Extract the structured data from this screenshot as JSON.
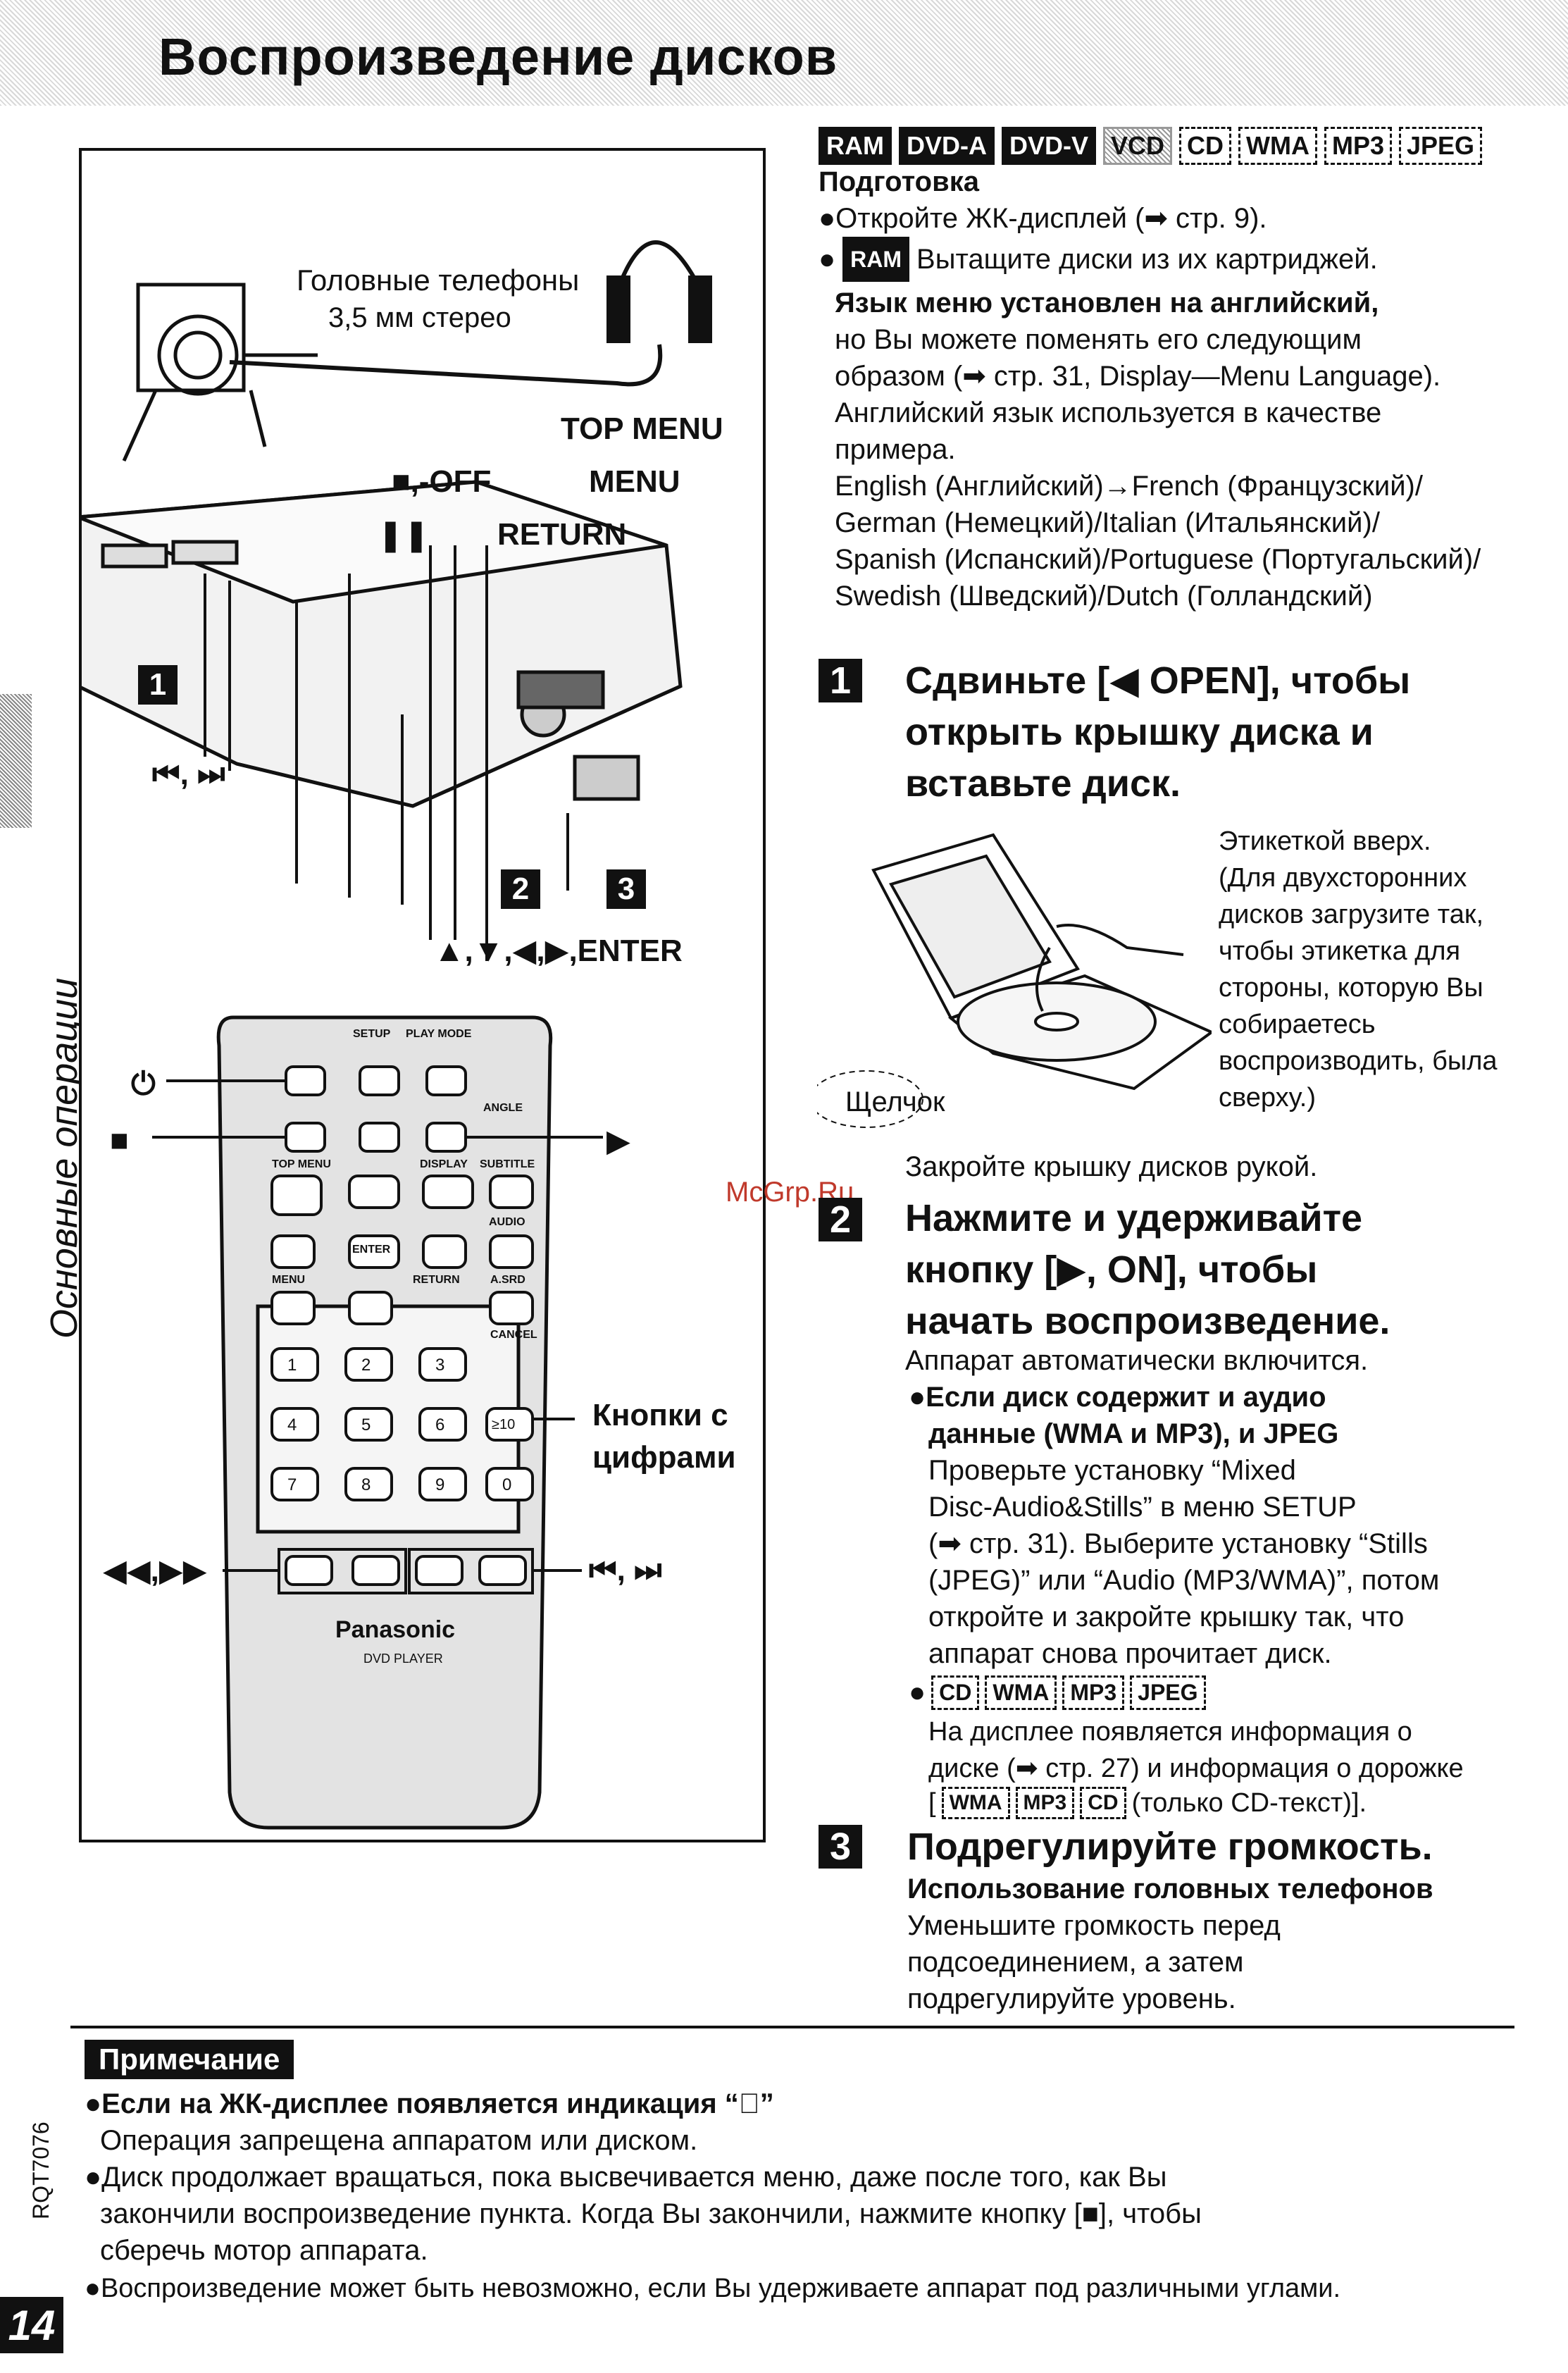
{
  "page": {
    "title": "Воспроизведение дисков",
    "side_label": "Основные операции",
    "page_number": "14",
    "doc_code": "RQT7076",
    "watermark": "McGrp.Ru"
  },
  "formats": {
    "ram": "RAM",
    "dvda": "DVD-A",
    "dvdv": "DVD-V",
    "vcd": "VCD",
    "cd": "CD",
    "wma": "WMA",
    "mp3": "MP3",
    "jpeg": "JPEG"
  },
  "prep": {
    "heading": "Подготовка",
    "item1": "●Откройте ЖК-дисплей (➡ стр. 9).",
    "item2_badge": "RAM",
    "item2": "Вытащите диски из их картриджей.",
    "lang_bold": "Язык меню установлен на английский,",
    "lang_lines": [
      "но Вы можете поменять его следующим",
      "образом (➡ стр. 31, Display—Menu Language).",
      "Английский язык используется в качестве",
      "примера.",
      "English (Английский)→French (Французский)/",
      "German (Немецкий)/Italian (Итальянский)/",
      "Spanish (Испанский)/Portuguese (Португальский)/",
      "Swedish (Шведский)/Dutch (Голландский)"
    ]
  },
  "step1": {
    "num": "1",
    "head": [
      "Сдвиньте [◀ OPEN], чтобы",
      "открыть крышку диска и",
      "вставьте диск."
    ],
    "label_lines": [
      "Этикеткой вверх.",
      "(Для двухсторонних",
      "дисков загрузите так,",
      "чтобы этикетка для",
      "стороны, которую Вы",
      "собираетесь",
      "воспроизводить, была",
      "сверху.)"
    ],
    "click": "Щелчок",
    "close": "Закройте крышку дисков рукой."
  },
  "step2": {
    "num": "2",
    "head": [
      "Нажмите и удерживайте",
      "кнопку [▶, ON], чтобы",
      "начать воспроизведение."
    ],
    "auto": "Аппарат автоматически включится.",
    "bullet1_bold": [
      "●Если диск содержит и аудио",
      "данные (WMA и MP3), и JPEG"
    ],
    "bullet1_lines": [
      "Проверьте установку “Mixed",
      "Disc-Audio&Stills” в меню SETUP",
      "(➡ стр. 31). Выберите установку “Stills",
      "(JPEG)” или “Audio (MP3/WMA)”, потом",
      "откройте и закройте крышку так, что",
      "аппарат снова прочитает диск."
    ],
    "bullet2_lines": [
      "На дисплее появляется информация о",
      "диске (➡ стр. 27) и информация о дорожке"
    ],
    "bullet2_tail": "(только CD-текст)]."
  },
  "step3": {
    "num": "3",
    "head": "Подрегулируйте громкость.",
    "sub": "Использование головных телефонов",
    "lines": [
      "Уменьшите громкость перед",
      "подсоединением, а затем",
      "подрегулируйте уровень."
    ]
  },
  "note": {
    "label": "Примечание",
    "b1_bold": "●Если на ЖК-дисплее появляется индикация “⃠”",
    "b1_line": "Операция запрещена аппаратом или диском.",
    "b2_lines": [
      "●Диск продолжает вращаться, пока высвечивается меню, даже после того, как Вы",
      "закончили воспроизведение пункта. Когда Вы закончили, нажмите кнопку [■], чтобы",
      "сберечь мотор аппарата."
    ],
    "b3": "●Воспроизведение может быть невозможно, если Вы удерживаете аппарат под различными углами."
  },
  "figure": {
    "headphones": "Головные телефоны",
    "stereo": "3,5 мм стерео",
    "top_menu": "TOP MENU",
    "stop_off": "■,-OFF",
    "menu": "MENU",
    "pause": "❚❚",
    "return": "RETURN",
    "skip": "⏮, ⏭",
    "callout1": "1",
    "callout2": "2",
    "callout3": "3",
    "enter": "▲,▼,◀,▶,ENTER",
    "power": "⏻",
    "stop": "■",
    "play": "▶",
    "numbers_label": [
      "Кнопки с",
      "цифрами"
    ],
    "search": "◀◀,▶▶",
    "skip2": "⏮, ⏭",
    "remote": {
      "brand": "Panasonic",
      "model": "DVD PLAYER",
      "setup": "SETUP",
      "playmode": "PLAY MODE",
      "angle": "ANGLE",
      "topmenu": "TOP MENU",
      "display": "DISPLAY",
      "subtitle": "SUBTITLE",
      "audio": "AUDIO",
      "enter": "ENTER",
      "menu": "MENU",
      "return": "RETURN",
      "asrd": "A.SRD",
      "cancel": "CANCEL",
      "keys": [
        "1",
        "2",
        "3",
        "4",
        "5",
        "6",
        "≥10",
        "7",
        "8",
        "9",
        "0"
      ]
    }
  }
}
